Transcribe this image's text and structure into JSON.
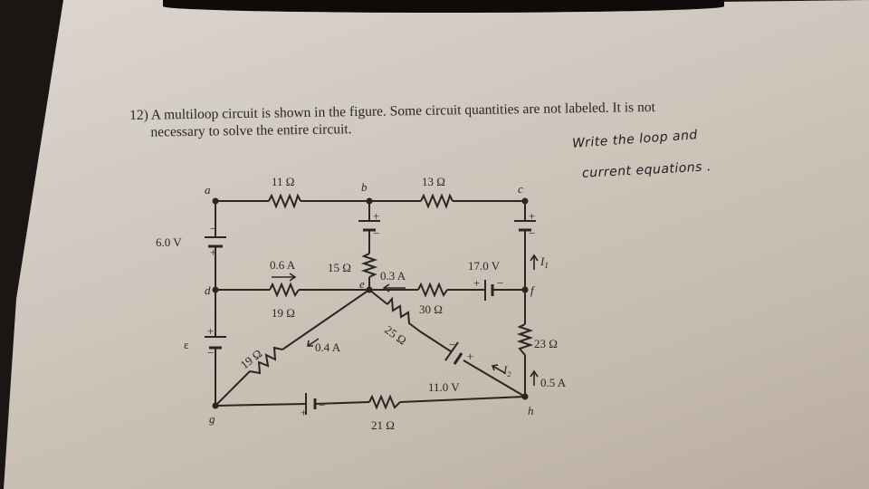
{
  "question": {
    "number": "12)",
    "line1": "A multiloop circuit is shown in the figure. Some circuit quantities are not labeled. It is not",
    "line2": "necessary to solve the entire circuit."
  },
  "handwritten_note": {
    "line1": "Write the loop and",
    "line2": "current equations ."
  },
  "circuit": {
    "nodes": {
      "a": "a",
      "b": "b",
      "c": "c",
      "d": "d",
      "e": "e",
      "f": "f",
      "g": "g",
      "h": "h"
    },
    "resistors": {
      "r_ab": "11 Ω",
      "r_bc": "13 Ω",
      "r_be": "15 Ω",
      "r_de": "19 Ω",
      "r_eg": "19 Ω",
      "r_ef": "30 Ω",
      "r_eh": "25 Ω",
      "r_fh": "23 Ω",
      "r_gh": "21 Ω"
    },
    "sources": {
      "v_ad": "6.0 V",
      "v_dg": "ε",
      "v_ef": "17.0 V",
      "v_eh": "11.0 V"
    },
    "currents": {
      "i_de": "0.6 A",
      "i_be": "0.3 A",
      "i_eg": "0.4 A",
      "i_fh": "0.5 A",
      "i_cf": "I",
      "i_cf_sub": "1",
      "i_eh": "I",
      "i_eh_sub": "2"
    },
    "polarity": {
      "plus": "+",
      "minus": "−"
    }
  },
  "colors": {
    "ink": "#2a2624",
    "paper": "#d6cfc6",
    "background": "#1a1613"
  }
}
